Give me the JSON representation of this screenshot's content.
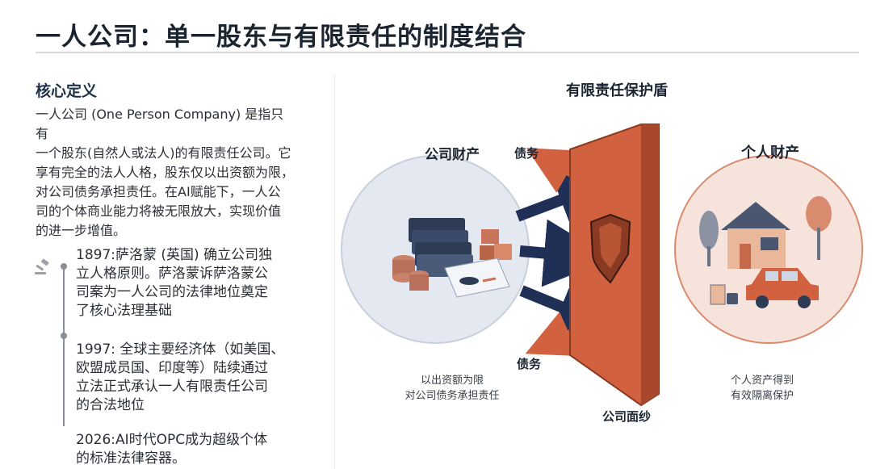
{
  "title": "一人公司：单一股东与有限责任的制度结合",
  "definition": {
    "heading": "核心定义",
    "lines": [
      "一人公司 (One  Person  Company)  是指只",
      "有",
      "一个股东(自然人或法人)的有限责任公司。它",
      "享有完全的法人人格，股东仅以出资额为限，",
      "对公司债务承担责任。在AI赋能下，一人公",
      "司的个体商业能力将被无限放大，实现价值",
      "的进一步增值。"
    ]
  },
  "timeline": [
    {
      "lines": [
        "1897:萨洛蒙 (英国) 确立公司独",
        "立人格原则。萨洛蒙诉萨洛蒙公",
        "司案为一人公司的法律地位奠定",
        "了核心法理基础"
      ]
    },
    {
      "lines": [
        "1997:  全球主要经济体（如美国、",
        "欧盟成员国、印度等）陆续通过",
        "立法正式承认一人有限责任公司",
        "的合法地位"
      ]
    },
    {
      "lines": [
        "2026:AI时代OPC成为超级个体",
        "的标准法律容器。"
      ]
    }
  ],
  "diagram": {
    "shield_title": "有限责任保护盾",
    "company_assets": "公司财产",
    "personal_assets": "个人财产",
    "debt_top": "债务",
    "debt_bottom": "债务",
    "veil": "公司面纱",
    "caption_left": [
      "以出资额为限",
      "对公司债务承担责任"
    ],
    "caption_right": [
      "个人资产得到",
      "有效隔离保护"
    ],
    "colors": {
      "wall": "#d2613f",
      "arrow": "#1f2f55",
      "left_circle": "#e3e8f1",
      "right_circle": "#f6e3dc"
    }
  }
}
